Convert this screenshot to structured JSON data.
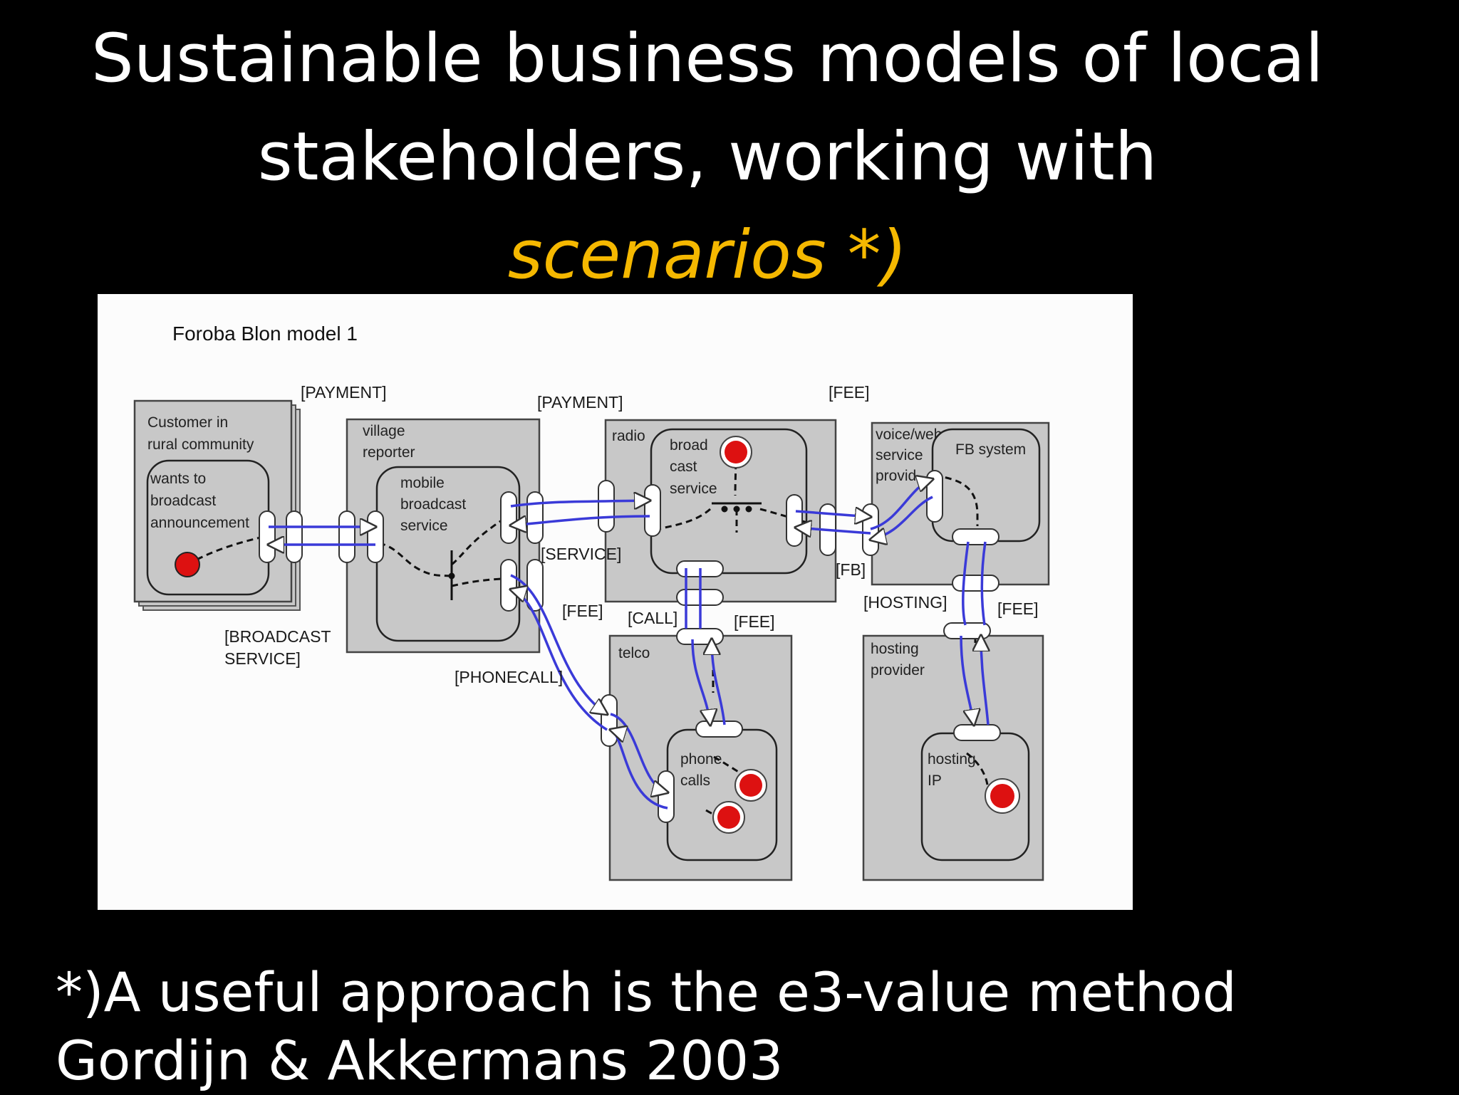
{
  "title": {
    "line1": "Sustainable business models of local",
    "line2": "stakeholders, working with",
    "line3": "scenarios *)"
  },
  "colors": {
    "background": "#000000",
    "title": "#ffffff",
    "accent": "#f5b800",
    "actor_fill": "#c8c8c8",
    "value_arrow": "#3a3ad8",
    "start_stimulus": "#dd1111"
  },
  "diagram": {
    "title": "Foroba Blon model 1",
    "actors": {
      "customer": [
        "Customer in",
        "rural community"
      ],
      "reporter": [
        "village",
        "reporter"
      ],
      "radio": [
        "radio"
      ],
      "voiceweb": [
        "voice/web",
        "service",
        "provid"
      ],
      "telco": [
        "telco"
      ],
      "hosting": [
        "hosting",
        "provider"
      ]
    },
    "activities": {
      "wants": [
        "wants to",
        "broadcast",
        "announcement"
      ],
      "mobile": [
        "mobile",
        "broadcast",
        "service"
      ],
      "broadcast": [
        "broad",
        "cast",
        "service"
      ],
      "fbsystem": [
        "FB system"
      ],
      "phone": [
        "phone",
        "calls"
      ],
      "hostingip": [
        "hosting",
        "IP"
      ]
    },
    "labels": {
      "payment1": "[PAYMENT]",
      "payment2": "[PAYMENT]",
      "fee_top": "[FEE]",
      "broadcast_service": [
        "[BROADCAST",
        "SERVICE]"
      ],
      "service": "[SERVICE]",
      "fee_left": "[FEE]",
      "call": "[CALL]",
      "fee_mid": "[FEE]",
      "fb": "[FB]",
      "hosting": "[HOSTING]",
      "fee_right": "[FEE]",
      "phonecall": "[PHONECALL]"
    }
  },
  "footnote": {
    "line1": "*)A useful approach is the e3-value method",
    "line2": "Gordijn & Akkermans 2003"
  }
}
